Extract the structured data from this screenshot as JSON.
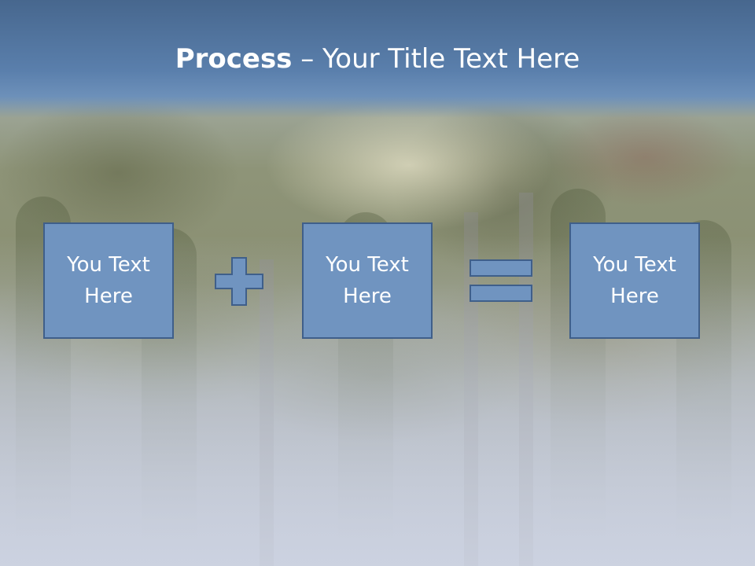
{
  "slide": {
    "title_bold": "Process",
    "title_rest": " – Your Title Text Here"
  },
  "process": {
    "box1": "You Text Here",
    "operator1_icon": "plus-icon",
    "box2": "You Text Here",
    "operator2_icon": "equals-icon",
    "box3": "You Text Here"
  },
  "colors": {
    "header": "#5a7fac",
    "box_fill": "#7094c0",
    "box_border": "#3f5f8a",
    "text": "#ffffff"
  }
}
